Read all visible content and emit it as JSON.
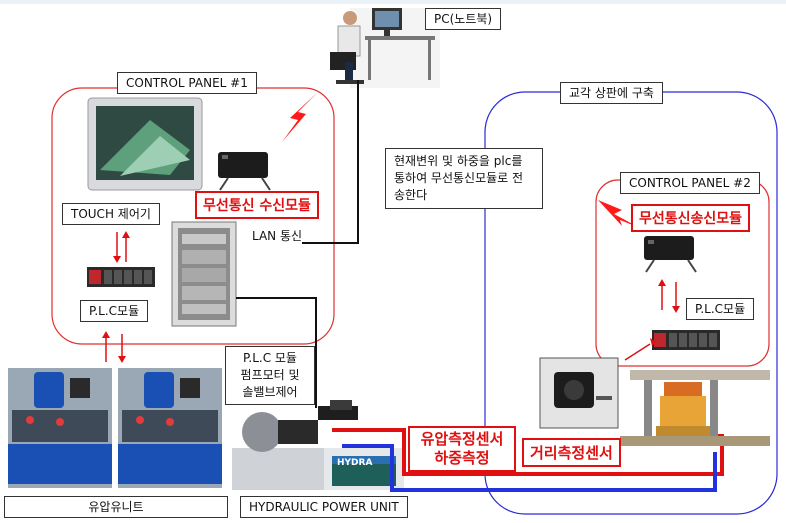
{
  "labels": {
    "pc": "PC(노트북)",
    "control_panel_1": "CONTROL PANEL #1",
    "control_panel_2": "CONTROL PANEL #2",
    "site": "교각 상판에 구축",
    "touch": "TOUCH 제어기",
    "plc1": "P.L.C모듈",
    "plc2": "P.L.C모듈",
    "lan": "LAN 통신",
    "receiver": "무선통신 수신모듈",
    "transmitter": "무선통신송신모듈",
    "note": "현재변위 및 하중을 plc를 통하여 무선통신모듈로 전송한다",
    "plc_ctrl_1": "P.L.C 모듈",
    "plc_ctrl_2": "펌프모터 및",
    "plc_ctrl_3": "솔밸브제어",
    "pressure_1": "유압측정센서",
    "pressure_2": "하중측정",
    "distance": "거리측정센서",
    "hydraulic_unit": "유압유니트",
    "hpu": "HYDRAULIC POWER UNIT",
    "hydra_brand": "HYDRA"
  },
  "colors": {
    "panel1_border": "#e03030",
    "panel2_border": "#2b2bd6",
    "red_line": "#e01010",
    "blue_line": "#2233dd",
    "hydraulic_blue": "#1a4fb4"
  }
}
